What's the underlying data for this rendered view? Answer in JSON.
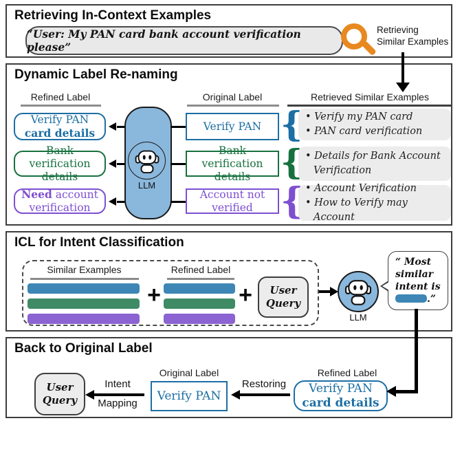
{
  "colors": {
    "blue": "#1C6EA4",
    "green": "#17713F",
    "purple": "#7E4FD1",
    "bar_blue": "#3D86B5",
    "bar_green": "#3F8B65",
    "bar_purple": "#8B63D2",
    "orange": "#E8891F",
    "panel_gray": "#ECECEC",
    "llm_blue": "#8AB7DC"
  },
  "s1": {
    "title": "Retrieving In-Context Examples",
    "query": "“User: My PAN card bank account verification please”",
    "caption1": "Retrieving",
    "caption2": "Similar Examples"
  },
  "s2": {
    "title": "Dynamic Label Re-naming",
    "headers": {
      "refined": "Refined Label",
      "original": "Original Label",
      "examples": "Retrieved Similar Examples"
    },
    "llm": "LLM",
    "brace": "{",
    "rows": [
      {
        "refined_line1": "Verify PAN",
        "refined_line2": "card details",
        "original_line1": "Verify PAN",
        "examples": [
          "Verify my PAN card",
          "PAN card verification"
        ]
      },
      {
        "refined_line1": "Bank verification",
        "refined_line2": "details",
        "original_line1": "Bank verification",
        "original_line2": "details",
        "examples": [
          "Details for Bank Account Verification"
        ]
      },
      {
        "refined_bold": "Need",
        "refined_rest": " account",
        "refined_line2": "verification",
        "original_line1": "Account not",
        "original_line2": "verified",
        "examples": [
          "Account Verification",
          "How to Verify may Account"
        ]
      }
    ]
  },
  "s3": {
    "title": "ICL for Intent Classification",
    "similar_header": "Similar Examples",
    "refined_header": "Refined Label",
    "plus": "+",
    "user_query1": "User",
    "user_query2": "Query",
    "llm": "LLM",
    "bubble_line1": "“ Most",
    "bubble_line2": "similar",
    "bubble_line3": "intent is",
    "bubble_end": ".”"
  },
  "s4": {
    "title": "Back to Original Label",
    "original_header": "Original Label",
    "refined_header": "Refined Label",
    "user_query1": "User",
    "user_query2": "Query",
    "intent1": "Intent",
    "intent2": "Mapping",
    "restoring": "Restoring",
    "original_box": "Verify PAN",
    "refined_line1": "Verify PAN",
    "refined_line2": "card details"
  }
}
